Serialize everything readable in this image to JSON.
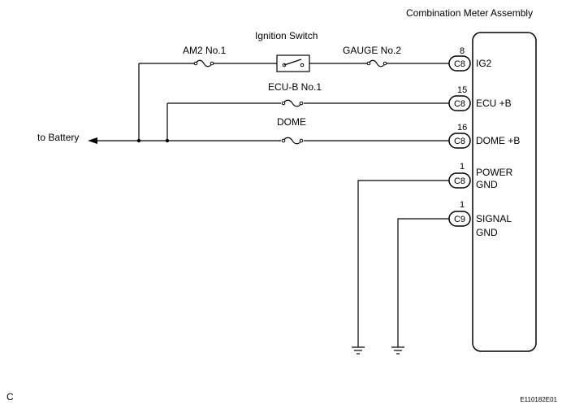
{
  "assembly": {
    "title": "Combination Meter Assembly"
  },
  "battery": {
    "label": "to Battery"
  },
  "components": {
    "am2_fuse": "AM2 No.1",
    "ignition_switch": "Ignition Switch",
    "gauge_fuse": "GAUGE No.2",
    "ecub_fuse": "ECU-B No.1",
    "dome_fuse": "DOME"
  },
  "connectors": [
    {
      "pin": "8",
      "conn": "C8",
      "label": "IG2"
    },
    {
      "pin": "15",
      "conn": "C8",
      "label": "ECU +B"
    },
    {
      "pin": "16",
      "conn": "C8",
      "label": "DOME +B"
    },
    {
      "pin": "1",
      "conn": "C8",
      "label_line1": "POWER",
      "label_line2": "GND"
    },
    {
      "pin": "1",
      "conn": "C9",
      "label_line1": "SIGNAL",
      "label_line2": "GND"
    }
  ],
  "footer": {
    "corner_mark": "C",
    "figure_id": "E110182E01"
  }
}
